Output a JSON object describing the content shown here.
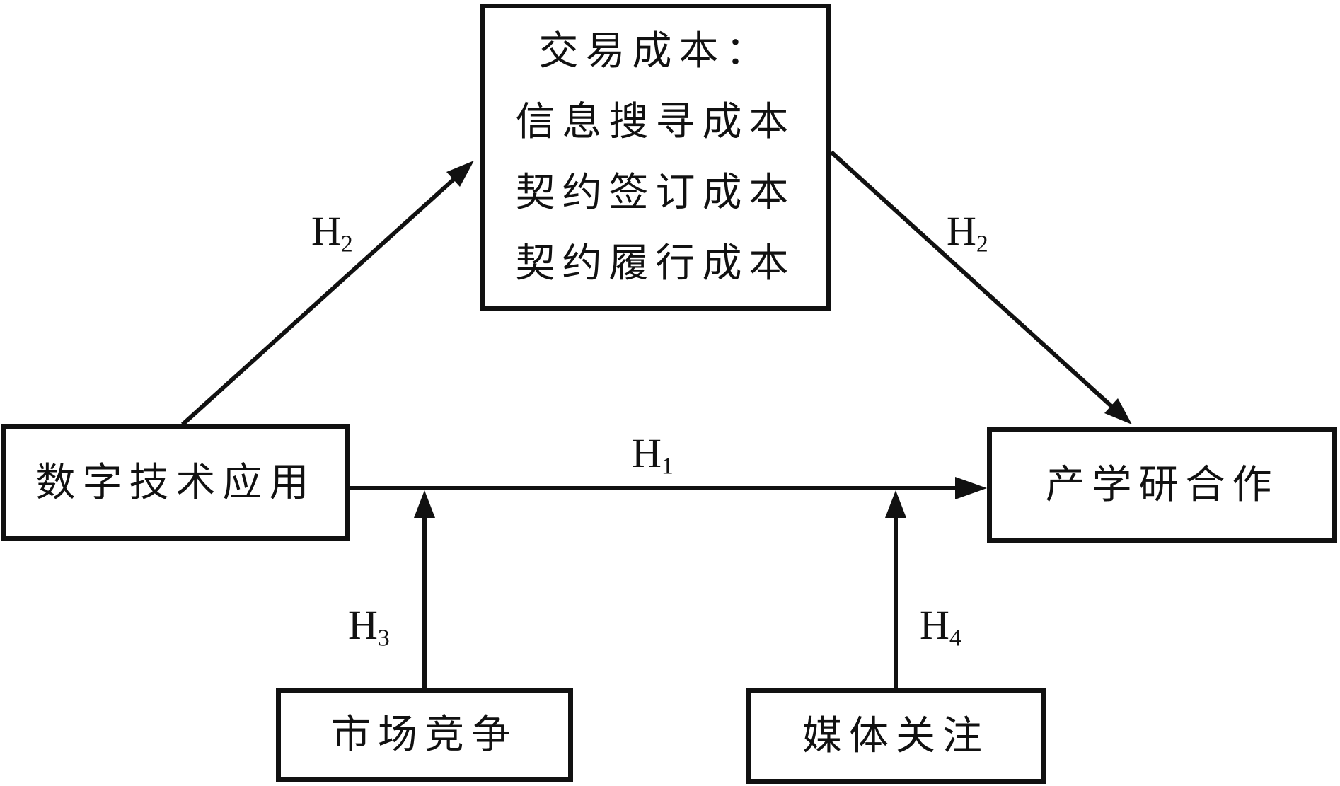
{
  "diagram": {
    "background_color": "#ffffff",
    "line_color": "#111111",
    "nodes": {
      "transaction_cost": {
        "line1": "交易成本：",
        "line2": "信息搜寻成本",
        "line3": "契约签订成本",
        "line4": "契约履行成本"
      },
      "digital_technology": {
        "label": "数字技术应用"
      },
      "industry_university_research": {
        "label": "产学研合作"
      },
      "market_competition": {
        "label": "市场竞争"
      },
      "media_attention": {
        "label": "媒体关注"
      }
    },
    "hypotheses": {
      "h1": {
        "base": "H",
        "sub": "1"
      },
      "h2_left": {
        "base": "H",
        "sub": "2"
      },
      "h2_right": {
        "base": "H",
        "sub": "2"
      },
      "h3": {
        "base": "H",
        "sub": "3"
      },
      "h4": {
        "base": "H",
        "sub": "4"
      }
    }
  }
}
